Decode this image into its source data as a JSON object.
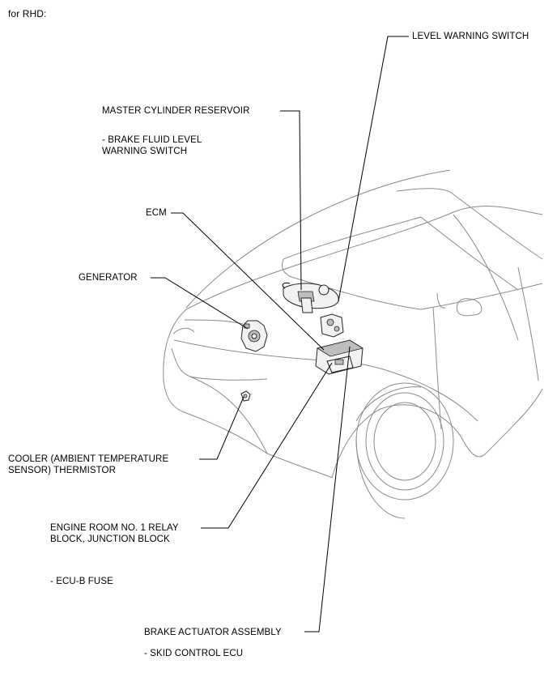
{
  "heading": "for RHD:",
  "labels": {
    "level_warning_switch": "LEVEL WARNING SWITCH",
    "master_cylinder_reservoir": "MASTER CYLINDER RESERVOIR",
    "brake_fluid_level_1": "- BRAKE FLUID LEVEL",
    "brake_fluid_level_2": "WARNING SWITCH",
    "ecm": "ECM",
    "generator": "GENERATOR",
    "cooler_1": "COOLER (AMBIENT TEMPERATURE",
    "cooler_2": "SENSOR) THERMISTOR",
    "engine_room_1": "ENGINE ROOM NO. 1 RELAY",
    "engine_room_2": "BLOCK, JUNCTION BLOCK",
    "ecu_b_fuse": "- ECU-B FUSE",
    "brake_actuator": "BRAKE ACTUATOR ASSEMBLY",
    "skid_control": "- SKID CONTROL ECU"
  }
}
